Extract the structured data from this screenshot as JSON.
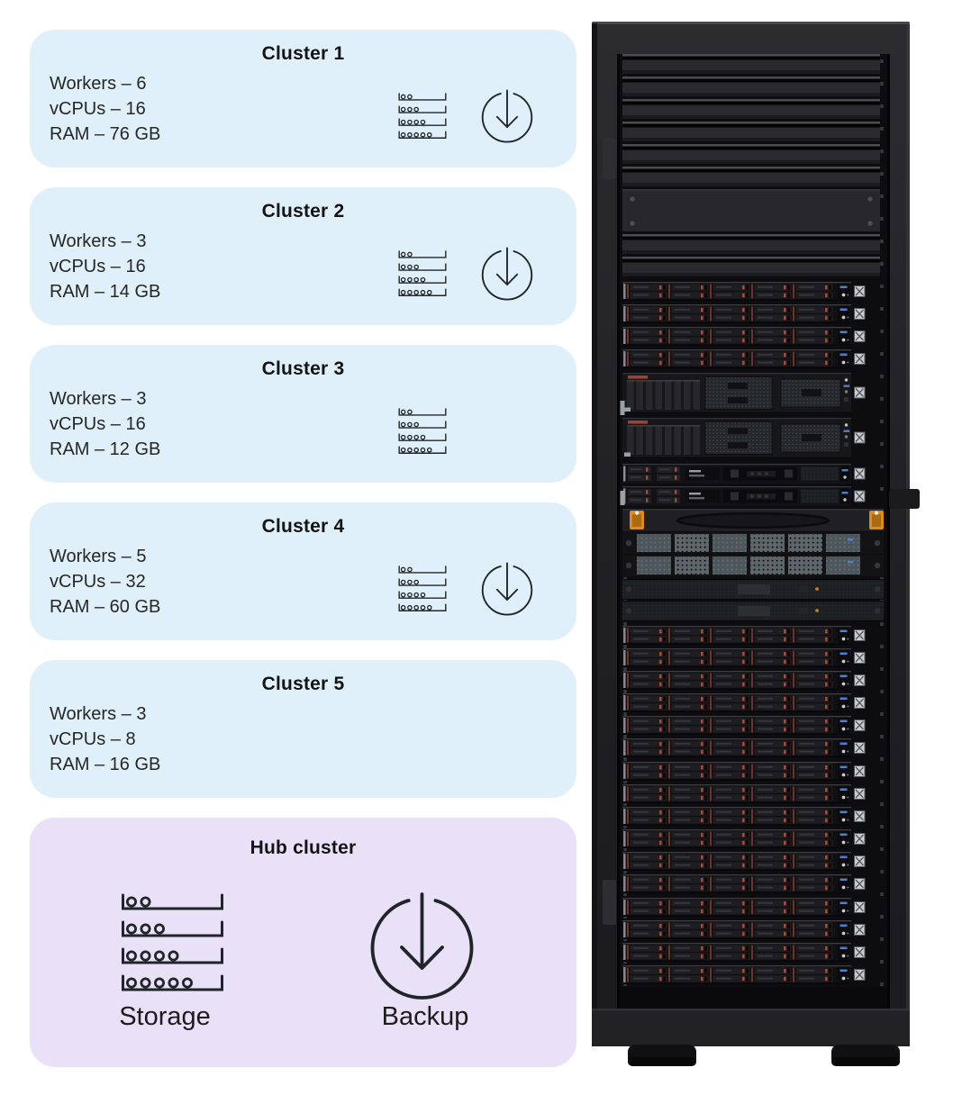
{
  "clusters": [
    {
      "title": "Cluster 1",
      "specs": [
        "Workers – 6",
        "vCPUs – 16",
        "RAM – 76 GB"
      ]
    },
    {
      "title": "Cluster 2",
      "specs": [
        "Workers – 3",
        "vCPUs – 16",
        "RAM – 14 GB"
      ]
    },
    {
      "title": "Cluster 3",
      "specs": [
        "Workers – 3",
        "vCPUs – 16",
        "RAM – 12 GB"
      ]
    },
    {
      "title": "Cluster 4",
      "specs": [
        "Workers – 5",
        "vCPUs – 32",
        "RAM – 60 GB"
      ]
    },
    {
      "title": "Cluster 5",
      "specs": [
        "Workers – 3",
        "vCPUs – 8",
        "RAM – 16 GB"
      ]
    }
  ],
  "hub": {
    "title": "Hub cluster",
    "storage_label": "Storage",
    "backup_label": "Backup"
  },
  "icons": {
    "storage": "storage-icon",
    "backup": "backup-icon"
  },
  "colors": {
    "cluster_card_bg": "#e0f0fa",
    "hub_card_bg": "#e8e1f8",
    "icon_stroke": "#20252a",
    "title_text": "#141414",
    "body_text": "#262626",
    "rack_drive_red": "#a34a3c",
    "rack_latch_orange": "#e08a1e",
    "rack_indicator_blue": "#4a7fd4"
  },
  "rack": {
    "description": "Front view of a black data-center rack populated with 1U and 2U servers"
  }
}
